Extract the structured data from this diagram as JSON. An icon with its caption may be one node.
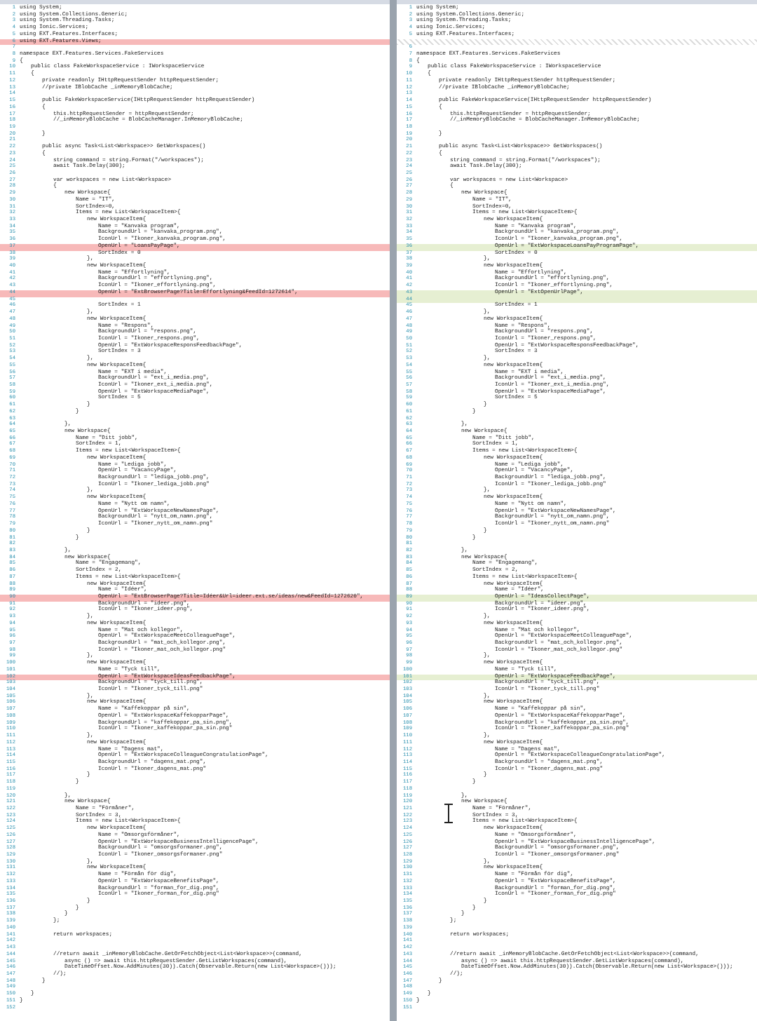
{
  "diagram": {
    "labels": [
      "1",
      "using System;",
      "2",
      "using System.Collections.Generic;",
      "3",
      "using System.Threading.Tasks;",
      "4",
      "using Ionic.Services;",
      "5",
      "using EXT.Features.Interfaces;",
      "6",
      "using EXT.Features.Views;",
      "7",
      "8",
      "namespace EXT.Features.Services.FakeServices",
      "9",
      "{",
      "10",
      "public class FakeWorkspaceService : IWorkspaceService",
      "11",
      "{",
      "12",
      "private readonly IHttpRequestSender httpRequestSender;",
      "13",
      "//private IBlobCache _inMemoryBlobCache;",
      "14",
      "15",
      "public FakeWorkspaceService(IHttpRequestSender httpRequestSender)",
      "16",
      "{",
      "17",
      "this.httpRequestSender = httpRequestSender;",
      "18",
      "//_inMemoryBlobCache = BlobCacheManager.InMemoryBlobCache;",
      "19",
      "20",
      "}",
      "21",
      "22",
      "public async Task<List<Workspace>> GetWorkspaces()",
      "23",
      "{",
      "24",
      "string command = string.Format(\"/workspaces\");",
      "25",
      "await Task.Delay(300);",
      "26",
      "27",
      "var workspaces = new List<Workspace>",
      "28",
      "{",
      "29",
      "new Workspace{",
      "30",
      "Name = \"IT\",",
      "31",
      "SortIndex=0,",
      "32",
      "Items = new List<WorkspaceItem>{",
      "33",
      "new WorkspaceItem{",
      "34",
      "Name = \"Kanvaka program\",",
      "35",
      "BackgroundUrl = \"kanvaka_program.png\",",
      "36",
      "IconUrl = \"Ikoner_kanvaka_program.png\",",
      "37",
      "OpenUrl = \"LoansPayPage\",",
      "38",
      "SortIndex = 0",
      "39",
      "},",
      "40",
      "new WorkspaceItem{",
      "41",
      "Name = \"Effortlyning\",",
      "42",
      "BackgroundUrl = \"effortlyning.png\",",
      "43",
      "IconUrl = \"Ikoner_effortlyning.png\",",
      "44",
      "OpenUrl = \"ExtBrowserPage?Title=Effortlyning&FeedId=1272614\",",
      "45",
      "46",
      "SortIndex = 1",
      "47",
      "},",
      "48",
      "new WorkspaceItem{",
      "49",
      "Name = \"Respons\",",
      "50",
      "BackgroundUrl = \"respons.png\",",
      "51",
      "IconUrl = \"Ikoner_respons.png\",",
      "52",
      "OpenUrl = \"ExtWorkspaceResponsFeedbackPage\",",
      "53",
      "SortIndex = 3",
      "54",
      "},",
      "55",
      "new WorkspaceItem{",
      "56",
      "Name = \"EXT i media\",",
      "57",
      "BackgroundUrl = \"ext_i_media.png\",",
      "58",
      "IconUrl = \"Ikoner_ext_i_media.png\",",
      "59",
      "OpenUrl = \"ExtWorkspaceMediaPage\",",
      "60",
      "SortIndex = 5",
      "61",
      "}",
      "62",
      "}",
      "63",
      "64",
      "},",
      "65",
      "new Workspace{",
      "66",
      "Name = \"Ditt jobb\",",
      "67",
      "SortIndex = 1,",
      "68",
      "Items = new List<WorkspaceItem>{",
      "69",
      "new WorkspaceItem{",
      "70",
      "Name = \"Lediga jobb\",",
      "71",
      "OpenUrl = \"VacancyPage\",",
      "72",
      "BackgroundUrl = \"lediga_jobb.png\",",
      "73",
      "IconUrl = \"Ikoner_lediga_jobb.png\"",
      "74",
      "},",
      "75",
      "new WorkspaceItem{",
      "76",
      "Name = \"Nytt om namn\",",
      "77",
      "OpenUrl = \"ExtWorkspaceNewNamesPage\",",
      "78",
      "BackgroundUrl = \"nytt_om_namn.png\",",
      "79",
      "IconUrl = \"Ikoner_nytt_om_namn.png\"",
      "80",
      "}",
      "81",
      "}",
      "82",
      "83",
      "},",
      "84",
      "new Workspace{",
      "85",
      "Name = \"Engagemang\",",
      "86",
      "SortIndex = 2,",
      "87",
      "Items = new List<WorkspaceItem>{",
      "88",
      "new WorkspaceItem{",
      "89",
      "Name = \"Idéer\",",
      "90",
      "OpenUrl = \"ExtBrowserPage?Title=Idéer&Url=ideer.ext.se/ideas/new&FeedId=1272620\",",
      "91",
      "BackgroundUrl = \"ideer.png\",",
      "92",
      "IconUrl = \"Ikoner_ideer.png\",",
      "93",
      "},",
      "94",
      "new WorkspaceItem{",
      "95",
      "Name = \"Mat och kollegor\",",
      "96",
      "OpenUrl = \"ExtWorkspaceMeetColleaguePage\",",
      "97",
      "BackgroundUrl = \"mat_och_kollegor.png\",",
      "98",
      "IconUrl = \"Ikoner_mat_och_kollegor.png\"",
      "99",
      "},",
      "100",
      "new WorkspaceItem{",
      "101",
      "Name = \"Tyck till\",",
      "102",
      "OpenUrl = \"ExtWorkspaceIdeasFeedbackPage\",",
      "103",
      "BackgroundUrl = \"tyck_till.png\",",
      "104",
      "IconUrl = \"Ikoner_tyck_till.png\"",
      "105",
      "},",
      "106",
      "new WorkspaceItem{",
      "107",
      "Name = \"Kaffekoppar på sin\",",
      "108",
      "OpenUrl = \"ExtWorkspaceKaffekopparPage\",",
      "109",
      "BackgroundUrl = \"kaffekoppar_pa_sin.png\",",
      "110",
      "IconUrl = \"Ikoner_kaffekoppar_pa_sin.png\"",
      "111",
      "},",
      "112",
      "new WorkspaceItem{",
      "113",
      "Name = \"Dagens mat\",",
      "114",
      "OpenUrl = \"ExtWorkspaceColleagueCongratulationPage\",",
      "115",
      "BackgroundUrl = \"dagens_mat.png\",",
      "116",
      "IconUrl = \"Ikoner_dagens_mat.png\"",
      "117",
      "}",
      "118",
      "}",
      "119",
      "120",
      "},",
      "121",
      "new Workspace{",
      "122",
      "Name = \"Förmåner\",",
      "123",
      "SortIndex = 3,",
      "124",
      "Items = new List<WorkspaceItem>{",
      "125",
      "new WorkspaceItem{",
      "126",
      "Name = \"Omsorgsförmåner\",",
      "127",
      "OpenUrl = \"ExtWorkspaceBusinessIntelligencePage\",",
      "128",
      "BackgroundUrl = \"omsorgsformaner.png\",",
      "129",
      "IconUrl = \"Ikoner_omsorgsformaner.png\"",
      "130",
      "},",
      "131",
      "new WorkspaceItem{",
      "132",
      "Name = \"Förmån för dig\",",
      "133",
      "OpenUrl = \"ExtWorkspaceBenefitsPage\",",
      "134",
      "BackgroundUrl = \"forman_for_dig.png\",",
      "135",
      "IconUrl = \"Ikoner_forman_for_dig.png\"",
      "136",
      "}",
      "137",
      "}",
      "138",
      "}",
      "139",
      "};",
      "140",
      "141",
      "return workspaces;",
      "142",
      "143",
      "144",
      "//return await _inMemoryBlobCache.GetOrFetchObject<List<Workspace>>(command,",
      "145",
      "async () => await this.httpRequestSender.GetListWorkspaces(command),",
      "146",
      "DateTimeOffset.Now.AddMinutes(30)).Catch(Observable.Return(new List<Workspace>()));",
      "147",
      "//);",
      "148",
      "}",
      "149",
      "150",
      "}",
      "151",
      "}",
      "152",
      "1",
      "using System;",
      "2",
      "using System.Collections.Generic;",
      "3",
      "using System.Threading.Tasks;",
      "4",
      "using Ionic.Services;",
      "5",
      "using EXT.Features.Interfaces;",
      "6",
      "7",
      "namespace EXT.Features.Services.FakeServices",
      "8",
      "{",
      "9",
      "public class FakeWorkspaceService : IWorkspaceService",
      "10",
      "{",
      "11",
      "private readonly IHttpRequestSender httpRequestSender;",
      "12",
      "//private IBlobCache _inMemoryBlobCache;",
      "13",
      "14",
      "public FakeWorkspaceService(IHttpRequestSender httpRequestSender)",
      "15",
      "{",
      "16",
      "this.httpRequestSender = httpRequestSender;",
      "17",
      "//_inMemoryBlobCache = BlobCacheManager.InMemoryBlobCache;",
      "18",
      "19",
      "}",
      "20",
      "21",
      "public async Task<List<Workspace>> GetWorkspaces()",
      "22",
      "{",
      "23",
      "string command = string.Format(\"/workspaces\");",
      "24",
      "await Task.Delay(300);",
      "25",
      "26",
      "var workspaces = new List<Workspace>",
      "27",
      "{",
      "28",
      "new Workspace{",
      "29",
      "Name = \"IT\",",
      "30",
      "SortIndex=0,",
      "31",
      "Items = new List<WorkspaceItem>{",
      "32",
      "new WorkspaceItem{",
      "33",
      "Name = \"Kanvaka program\",",
      "34",
      "BackgroundUrl = \"kanvaka_program.png\",",
      "35",
      "IconUrl = \"Ikoner_kanvaka_program.png\",",
      "36",
      "OpenUrl = \"ExtWorkspaceLoansPayProgramPage\",",
      "37",
      "SortIndex = 0",
      "38",
      "},",
      "39",
      "new WorkspaceItem{",
      "40",
      "Name = \"Effortlyning\",",
      "41",
      "BackgroundUrl = \"effortlyning.png\",",
      "42",
      "IconUrl = \"Ikoner_effortlyning.png\",",
      "43",
      "OpenUrl = \"ExtOpenUrlPage\",",
      "44",
      "45",
      "SortIndex = 1",
      "46",
      "},",
      "47",
      "new WorkspaceItem{",
      "48",
      "Name = \"Respons\",",
      "49",
      "BackgroundUrl = \"respons.png\",",
      "50",
      "IconUrl = \"Ikoner_respons.png\",",
      "51",
      "OpenUrl = \"ExtWorkspaceResponsFeedbackPage\",",
      "52",
      "SortIndex = 3",
      "53",
      "},",
      "54",
      "new WorkspaceItem{",
      "55",
      "Name = \"EXT i media\",",
      "56",
      "BackgroundUrl = \"ext_i_media.png\",",
      "57",
      "IconUrl = \"Ikoner_ext_i_media.png\",",
      "58",
      "OpenUrl = \"ExtWorkspaceMediaPage\",",
      "59",
      "SortIndex = 5",
      "60",
      "}",
      "61",
      "}",
      "62",
      "63",
      "},",
      "64",
      "new Workspace{",
      "65",
      "Name = \"Ditt jobb\",",
      "66",
      "SortIndex = 1,",
      "67",
      "Items = new List<WorkspaceItem>{",
      "68",
      "new WorkspaceItem{",
      "69",
      "Name = \"Lediga jobb\",",
      "70",
      "OpenUrl = \"VacancyPage\",",
      "71",
      "BackgroundUrl = \"lediga_jobb.png\",",
      "72",
      "IconUrl = \"Ikoner_lediga_jobb.png\"",
      "73",
      "},",
      "74",
      "new WorkspaceItem{",
      "75",
      "Name = \"Nytt om namn\",",
      "76",
      "OpenUrl = \"ExtWorkspaceNewNamesPage\",",
      "77",
      "BackgroundUrl = \"nytt_om_namn.png\",",
      "78",
      "IconUrl = \"Ikoner_nytt_om_namn.png\"",
      "79",
      "}",
      "80",
      "}",
      "81",
      "82",
      "},",
      "83",
      "new Workspace{",
      "84",
      "Name = \"Engagemang\",",
      "85",
      "SortIndex = 2,",
      "86",
      "Items = new List<WorkspaceItem>{",
      "87",
      "new WorkspaceItem{",
      "88",
      "Name = \"Idéer\",",
      "89",
      "OpenUrl = \"IdeasCollectPage\",",
      "90",
      "BackgroundUrl = \"ideer.png\",",
      "91",
      "IconUrl = \"Ikoner_ideer.png\",",
      "92",
      "},",
      "93",
      "new WorkspaceItem{",
      "94",
      "Name = \"Mat och kollegor\",",
      "95",
      "OpenUrl = \"ExtWorkspaceMeetColleaguePage\",",
      "96",
      "BackgroundUrl = \"mat_och_kollegor.png\",",
      "97",
      "IconUrl = \"Ikoner_mat_och_kollegor.png\"",
      "98",
      "},",
      "99",
      "new WorkspaceItem{",
      "100",
      "Name = \"Tyck till\",",
      "101",
      "OpenUrl = \"ExtWorkspaceFeedbackPage\",",
      "102",
      "BackgroundUrl = \"tyck_till.png\",",
      "103",
      "IconUrl = \"Ikoner_tyck_till.png\"",
      "104",
      "},",
      "105",
      "new WorkspaceItem{",
      "106",
      "Name = \"Kaffekoppar på sin\",",
      "107",
      "OpenUrl = \"ExtWorkspaceKaffekopparPage\",",
      "108",
      "BackgroundUrl = \"kaffekoppar_pa_sin.png\",",
      "109",
      "IconUrl = \"Ikoner_kaffekoppar_pa_sin.png\"",
      "110",
      "},",
      "111",
      "new WorkspaceItem{",
      "112",
      "Name = \"Dagens mat\",",
      "113",
      "OpenUrl = \"ExtWorkspaceColleagueCongratulationPage\",",
      "114",
      "BackgroundUrl = \"dagens_mat.png\",",
      "115",
      "IconUrl = \"Ikoner_dagens_mat.png\"",
      "116",
      "}",
      "117",
      "}",
      "118",
      "119",
      "},",
      "120",
      "new Workspace{",
      "121",
      "Name = \"Förmåner\",",
      "122",
      "SortIndex = 3,",
      "123",
      "Items = new List<WorkspaceItem>{",
      "124",
      "new WorkspaceItem{",
      "125",
      "Name = \"Omsorgsförmåner\",",
      "126",
      "OpenUrl = \"ExtWorkspaceBusinessIntelligencePage\",",
      "127",
      "BackgroundUrl = \"omsorgsformaner.png\",",
      "128",
      "IconUrl = \"Ikoner_omsorgsformaner.png\"",
      "129",
      "},",
      "130",
      "new WorkspaceItem{",
      "131",
      "Name = \"Förmån för dig\",",
      "132",
      "OpenUrl = \"ExtWorkspaceBenefitsPage\",",
      "133",
      "BackgroundUrl = \"forman_for_dig.png\",",
      "134",
      "IconUrl = \"Ikoner_forman_for_dig.png\"",
      "135",
      "}",
      "136",
      "}",
      "137",
      "}",
      "138",
      "};",
      "139",
      "140",
      "return workspaces;",
      "141",
      "142",
      "143",
      "//return await _inMemoryBlobCache.GetOrFetchObject<List<Workspace>>(command,",
      "144",
      "async () => await this.httpRequestSender.GetListWorkspaces(command),",
      "145",
      "DateTimeOffset.Now.AddMinutes(30)).Catch(Observable.Return(new List<Workspace>()));",
      "146",
      "//);",
      "147",
      "}",
      "148",
      "149",
      "}",
      "150",
      "}",
      "151"
    ]
  }
}
